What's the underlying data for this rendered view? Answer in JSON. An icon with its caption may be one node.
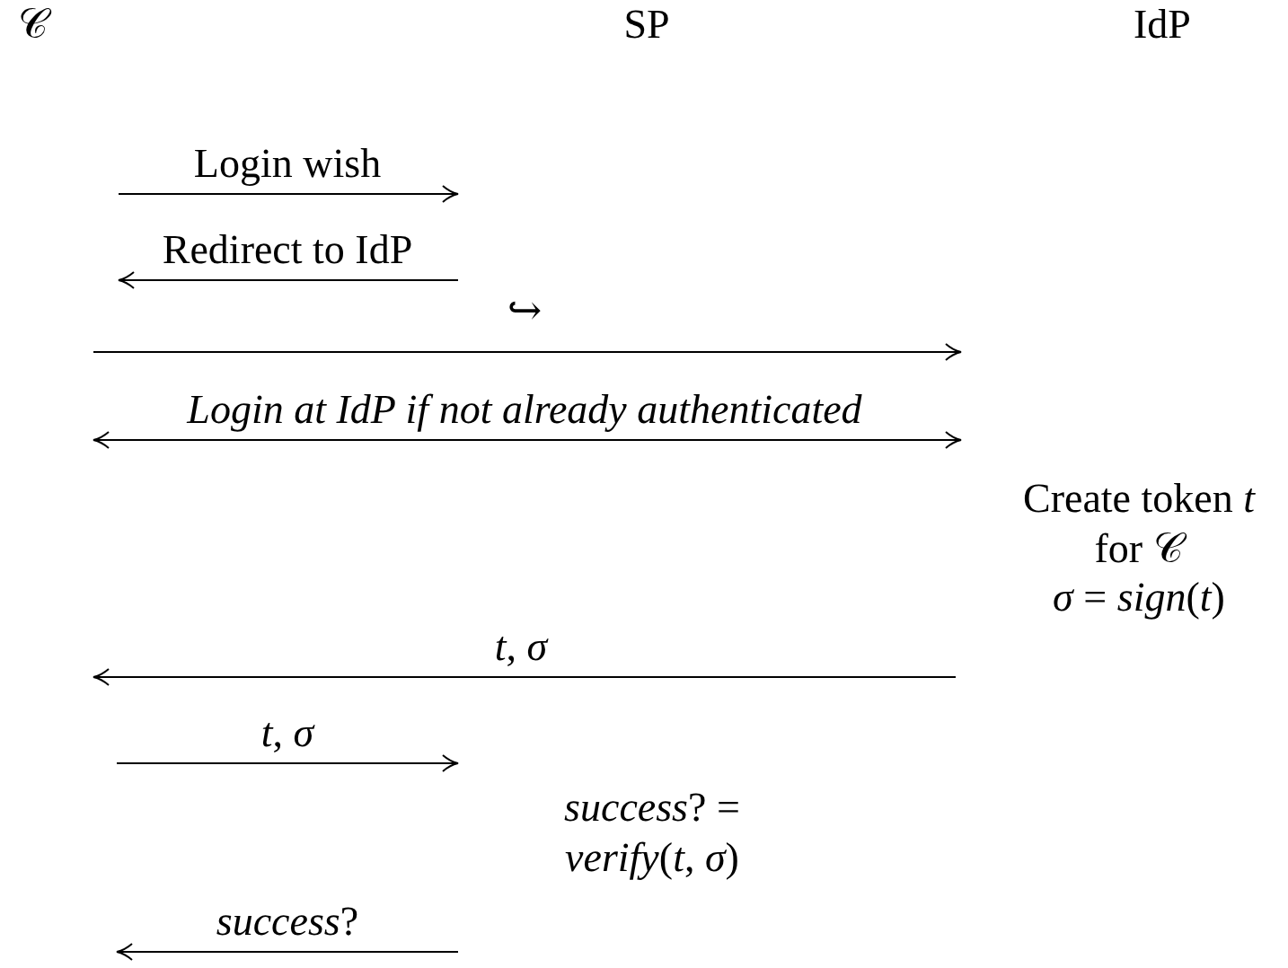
{
  "diagram": {
    "nodes": [
      {
        "text": [
          "𝒞"
        ]
      },
      {
        "text": [
          "SP"
        ]
      },
      {
        "text": [
          "IdP"
        ]
      },
      {
        "text": [
          "Create token *t* for 𝒞",
          "*σ* = *sign*(*t*)"
        ]
      },
      {
        "text": [
          "*success*? = *verify*(*t*, *σ*)"
        ]
      }
    ],
    "labels": [
      "Login wish",
      "Redirect to IdP",
      "↪",
      "Login at IdP if not already authenticated",
      "*t*, *σ*",
      "*t*, *σ*",
      "*success*?"
    ]
  }
}
